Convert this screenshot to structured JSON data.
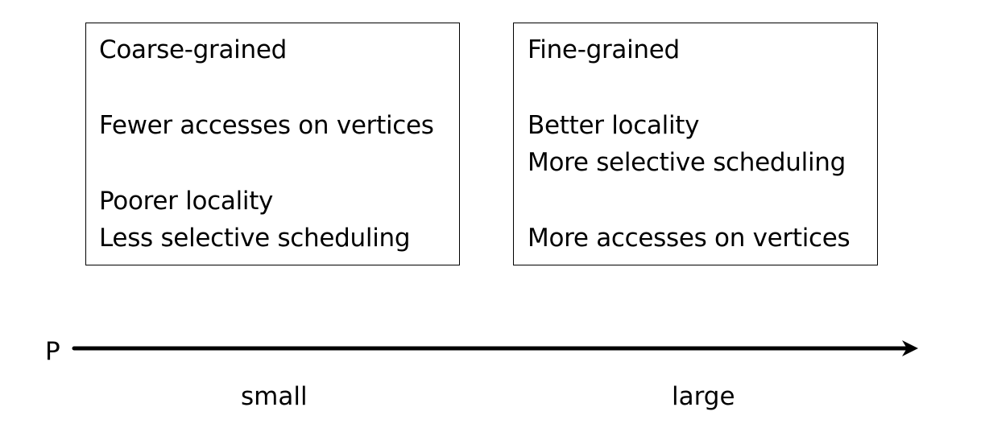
{
  "left_box": {
    "title": "Coarse-grained",
    "point_1": "Fewer accesses on vertices",
    "point_2a": "Poorer locality",
    "point_2b": "Less selective scheduling"
  },
  "right_box": {
    "title": "Fine-grained",
    "point_1a": "Better locality",
    "point_1b": "More selective scheduling",
    "point_2": "More accesses on vertices"
  },
  "axis": {
    "label": "P",
    "start_label": "small",
    "end_label": "large"
  }
}
